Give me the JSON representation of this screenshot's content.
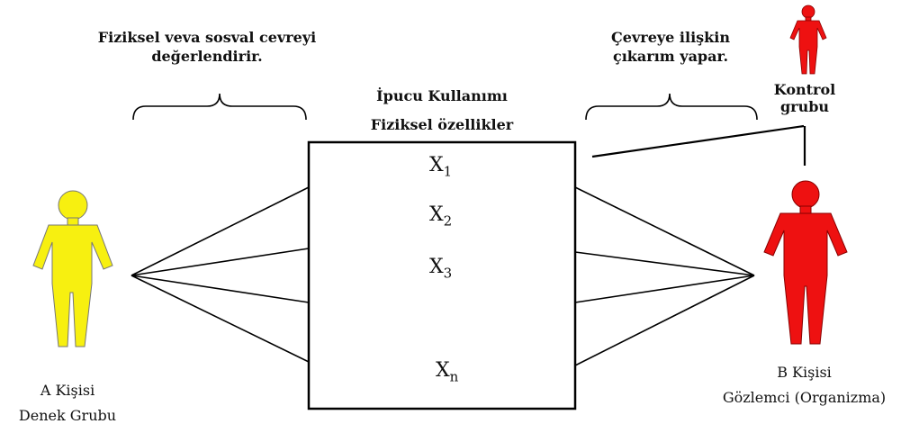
{
  "left_annotation": {
    "line1": "Fiziksel veva sosval cevreyi",
    "line2": "değerlendirir."
  },
  "right_annotation": {
    "line1": "Çevreye ilişkin",
    "line2": "çıkarım yapar."
  },
  "center_header": {
    "line1": "İpucu Kullanımı",
    "line2": "Fiziksel özellikler"
  },
  "variables": [
    {
      "base": "X",
      "sub": "1"
    },
    {
      "base": "X",
      "sub": "2"
    },
    {
      "base": "X",
      "sub": "3"
    },
    {
      "base": "X",
      "sub": "n"
    }
  ],
  "person_a": {
    "line1": "A Kişisi",
    "line2": "Denek Grubu",
    "color": "#f7f010"
  },
  "person_b": {
    "line1": "B Kişisi",
    "line2": "Gözlemci (Organizma)",
    "color": "#ee1111"
  },
  "control_group": {
    "line1": "Kontrol",
    "line2": "grubu",
    "color": "#ee1111"
  },
  "outline_color": "#000000",
  "icons": [
    "yellow-person-icon",
    "red-person-icon",
    "small-red-person-icon",
    "curly-brace-icon"
  ]
}
